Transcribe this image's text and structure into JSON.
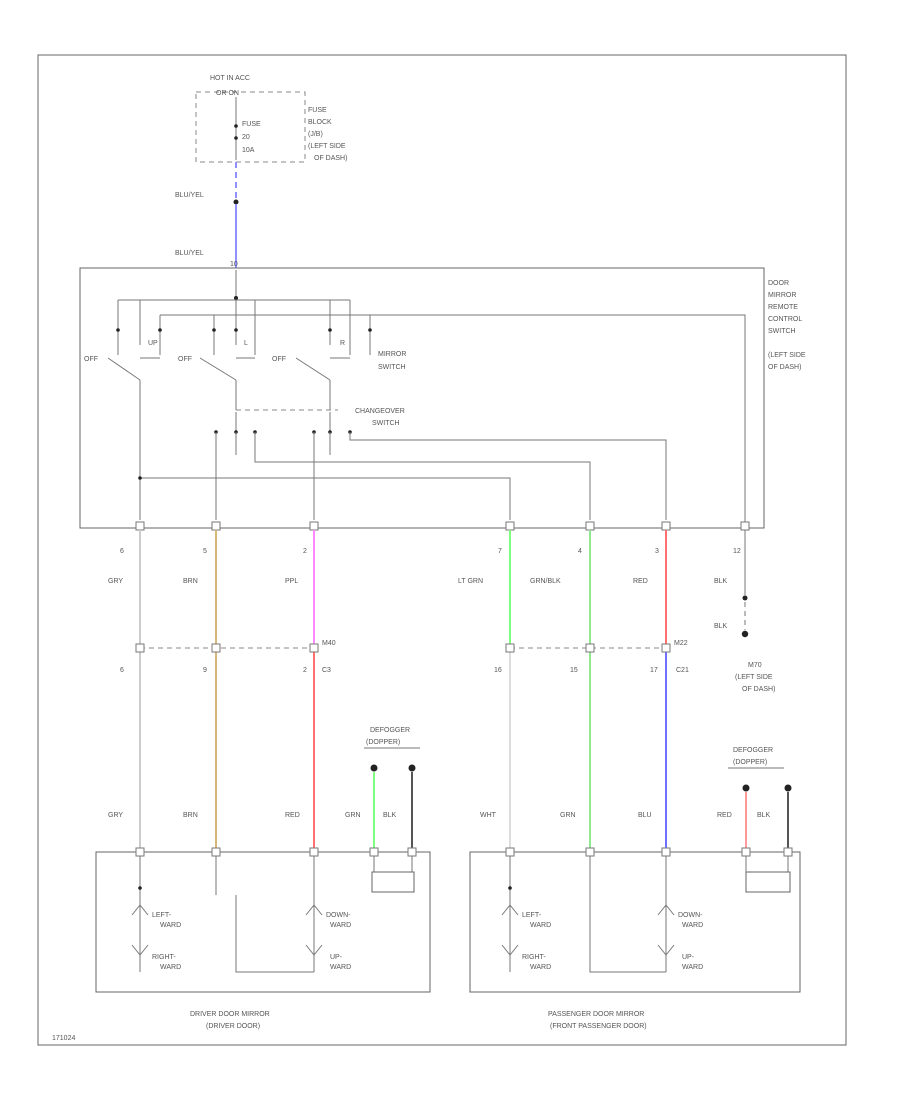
{
  "labels": {
    "hot_in_acc_on": "HOT IN ACC",
    "hot_in_acc_on2": "OR ON",
    "fuse_name": "FUSE",
    "fuse_num": "20",
    "fuse_amp": "10A",
    "fuse_block_1": "FUSE",
    "fuse_block_2": "BLOCK",
    "fuse_block_3": "(J/B)",
    "fuse_block_4": "(LEFT SIDE",
    "fuse_block_5": "OF DASH)",
    "blu_yel_1": "BLU/YEL",
    "blu_yel_2": "BLU/YEL",
    "pin_top": "10",
    "remote_1": "DOOR",
    "remote_2": "MIRROR",
    "remote_3": "REMOTE",
    "remote_4": "CONTROL",
    "remote_5": "SWITCH",
    "remote_6": "(LEFT SIDE",
    "remote_7": "OF DASH)",
    "mirror_sw_1": "MIRROR",
    "mirror_sw_2": "SWITCH",
    "changeover_1": "CHANGEOVER",
    "changeover_2": "SWITCH",
    "sw_off": "OFF",
    "sw_up": "UP",
    "sw_l": "L",
    "sw_r": "R",
    "pin_a": "6",
    "pin_b": "5",
    "pin_c": "2",
    "pin_d": "7",
    "pin_e": "4",
    "pin_f": "3",
    "pin_g": "12",
    "w_gry": "GRY",
    "w_brn": "BRN",
    "w_ppl": "PPL",
    "w_ltgrn": "LT GRN",
    "w_grnblk": "GRN/BLK",
    "w_red": "RED",
    "w_blk": "BLK",
    "w_blk2": "BLK",
    "m40": "M40",
    "c3": "C3",
    "m22": "M22",
    "c21": "C21",
    "jp_6": "6",
    "jp_9": "9",
    "jp_2": "2",
    "jp_16": "16",
    "jp_15": "15",
    "jp_17": "17",
    "g_1": "M70",
    "g_2": "(LEFT SIDE",
    "g_3": "OF DASH)",
    "defog_d1": "DEFOGGER",
    "defog_d2": "(DOPPER)",
    "defog_p1": "DEFOGGER",
    "defog_p2": "(DOPPER)",
    "d_gry": "GRY",
    "d_brn": "BRN",
    "d_red": "RED",
    "d_grn": "GRN",
    "d_blk": "BLK",
    "p_wht": "WHT",
    "p_grn": "GRN",
    "p_blu": "BLU",
    "p_red": "RED",
    "p_blk": "BLK",
    "m_left": "LEFT-",
    "m_ward": "WARD",
    "m_right": "RIGHT-",
    "m_rward": "WARD",
    "m_down": "DOWN-",
    "m_dward": "WARD",
    "m_up": "UP-",
    "m_uward": "WARD",
    "driver_1": "DRIVER DOOR MIRROR",
    "driver_2": "(DRIVER DOOR)",
    "pass_1": "PASSENGER DOOR MIRROR",
    "pass_2": "(FRONT PASSENGER DOOR)",
    "figure_id": "171024"
  },
  "colors": {
    "blu_yel": "#9090ff",
    "brn": "#d8b878",
    "ppl": "#ff88ff",
    "red": "#ff7070",
    "ltgrn": "#80ff80",
    "grn": "#90e890",
    "blu": "#7070ff",
    "blk": "#555555",
    "gry": "#cccccc",
    "defog_red": "#ff9999"
  }
}
